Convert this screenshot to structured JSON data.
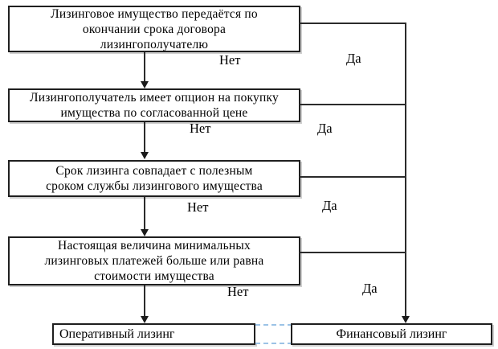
{
  "diagram": {
    "questions": [
      {
        "lines": [
          "Лизинговое имущество передаётся по",
          "окончании срока договора",
          "лизингополучателю"
        ]
      },
      {
        "lines": [
          "Лизингополучатель имеет опцион на покупку",
          "имущества по согласованной цене"
        ]
      },
      {
        "lines": [
          "Срок лизинга совпадает с полезным",
          "сроком службы лизингового имущества"
        ]
      },
      {
        "lines": [
          "Настоящая величина минимальных",
          "лизинговых платежей больше или равна",
          "стоимости имущества"
        ]
      }
    ],
    "branch_labels": {
      "no": "Нет",
      "yes": "Да"
    },
    "outcomes": {
      "operational": "Оперативный лизинг",
      "financial": "Финансовый лизинг"
    },
    "colors": {
      "background": "#ffffff",
      "text": "#000000",
      "box_border": "#1f1f1f",
      "connector_line": "#2b2b2b",
      "dashed_cell_border": "#9cc3e6"
    }
  }
}
